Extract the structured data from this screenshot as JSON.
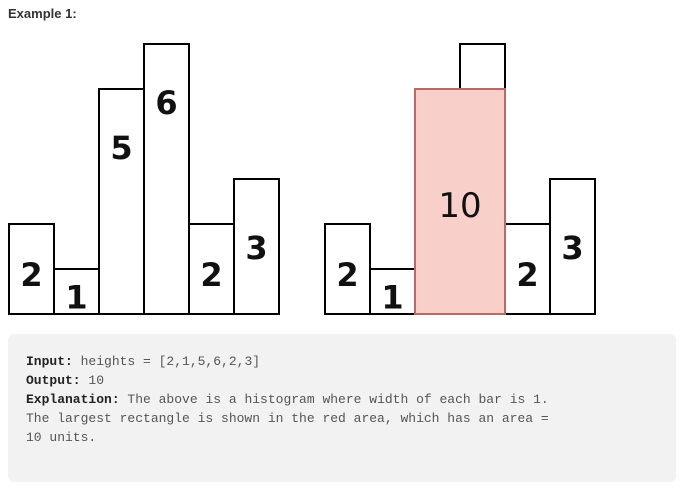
{
  "title": "Example 1:",
  "chart_data": {
    "type": "bar",
    "values": [
      2,
      1,
      5,
      6,
      2,
      3
    ],
    "highlight": {
      "start_index": 2,
      "end_index": 3,
      "height": 5,
      "area_label": "10",
      "color": "#f8cfc9",
      "border_color": "#b86b63"
    },
    "bar_border_color": "#000000"
  },
  "output_section": {
    "input_label": "Input:",
    "input_value": " heights = [2,1,5,6,2,3]",
    "output_label": "Output:",
    "output_value": " 10",
    "explanation_label": "Explanation:",
    "explanation_text": " The above is a histogram where width of each bar is 1.\nThe largest rectangle is shown in the red area, which has an area =\n10 units."
  }
}
